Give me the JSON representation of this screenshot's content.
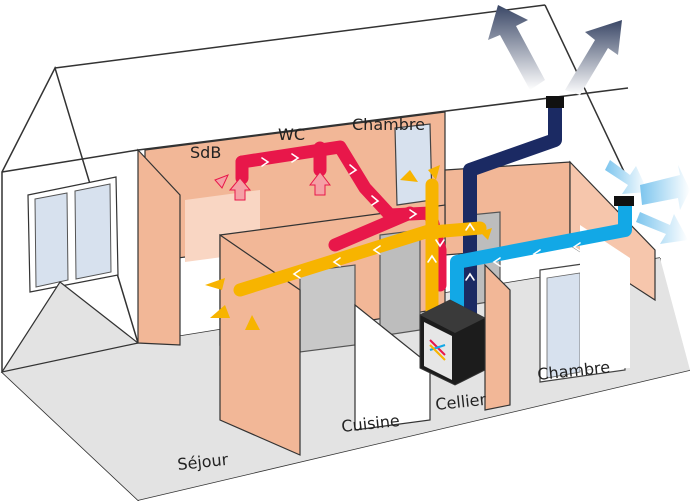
{
  "title": "Ventilation double flux",
  "rooms": {
    "sdb": "SdB",
    "wc": "WC",
    "chambre_top": "Chambre",
    "chambre_right": "Chambre",
    "sejour": "Séjour",
    "cuisine": "Cuisine",
    "cellier": "Cellier"
  },
  "colors": {
    "extract_air": "#e8174a",
    "supply_air": "#f7b400",
    "fresh_air": "#12a8e6",
    "exhaust_air": "#1b2a63",
    "wall": "#f2b797",
    "outline": "#333333",
    "window": "#d7e1ee"
  }
}
